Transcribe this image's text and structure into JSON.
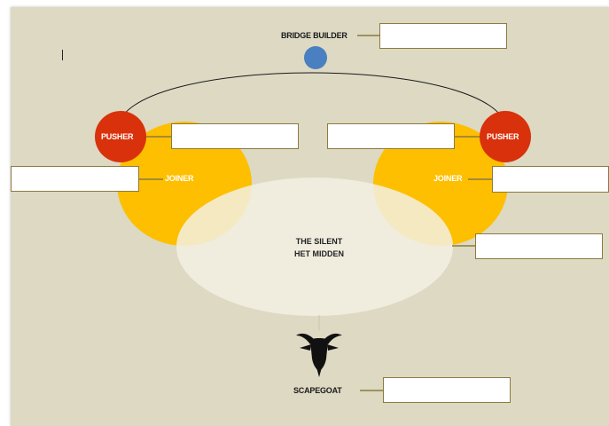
{
  "labels": {
    "bridge_builder": "BRIDGE BUILDER",
    "pusher_left": "PUSHER",
    "pusher_right": "PUSHER",
    "joiner_left": "JOINER",
    "joiner_right": "JOINER",
    "center_line1": "THE SILENT",
    "center_line2": "HET MIDDEN",
    "scapegoat": "SCAPEGOAT"
  },
  "answer_boxes": {
    "bridge_builder": "",
    "pusher_left": "",
    "pusher_right": "",
    "joiner_left": "",
    "joiner_right": "",
    "silent_middle": "",
    "scapegoat": ""
  },
  "colors": {
    "background": "#ddd9c3",
    "pusher": "#d9310b",
    "joiner": "#fdbf00",
    "bridge_node": "#4a7fc1",
    "center_oval": "#f3f0e4",
    "connector": "#8c7a3f"
  },
  "icons": [
    "goat-icon"
  ]
}
